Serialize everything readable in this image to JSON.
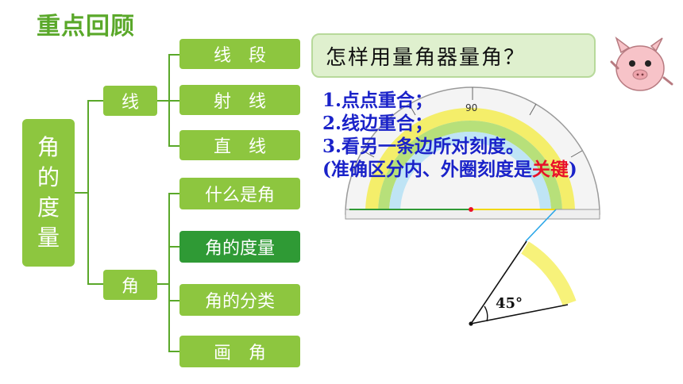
{
  "title": "重点回顾",
  "root": {
    "chars": [
      "角",
      "的",
      "度",
      "量"
    ]
  },
  "branches": {
    "line": {
      "label": "线",
      "items": [
        {
          "label": "线　段"
        },
        {
          "label": "射　线"
        },
        {
          "label": "直　线"
        }
      ]
    },
    "angle": {
      "label": "角",
      "items": [
        {
          "label": "什么是角"
        },
        {
          "label": "角的度量"
        },
        {
          "label": "角的分类"
        },
        {
          "label": "画　角"
        }
      ]
    }
  },
  "bubble": {
    "question": "怎样用量角器量角？"
  },
  "steps": {
    "s1": "1.点点重合；",
    "s2": "2.线边重合；",
    "s3": "3.看另一条边所对刻度。",
    "note_prefix": "(准确区分内、外圈刻度是",
    "note_key": "关键",
    "note_suffix": ")"
  },
  "angle": {
    "label": "45°",
    "value": 45
  },
  "protractor": {
    "mark": "90"
  },
  "colors": {
    "green": "#8dc63f",
    "green_dark": "#2f9a35",
    "title": "#5aa82a",
    "step_blue": "#1a22c9",
    "key_red": "#e8102a"
  }
}
